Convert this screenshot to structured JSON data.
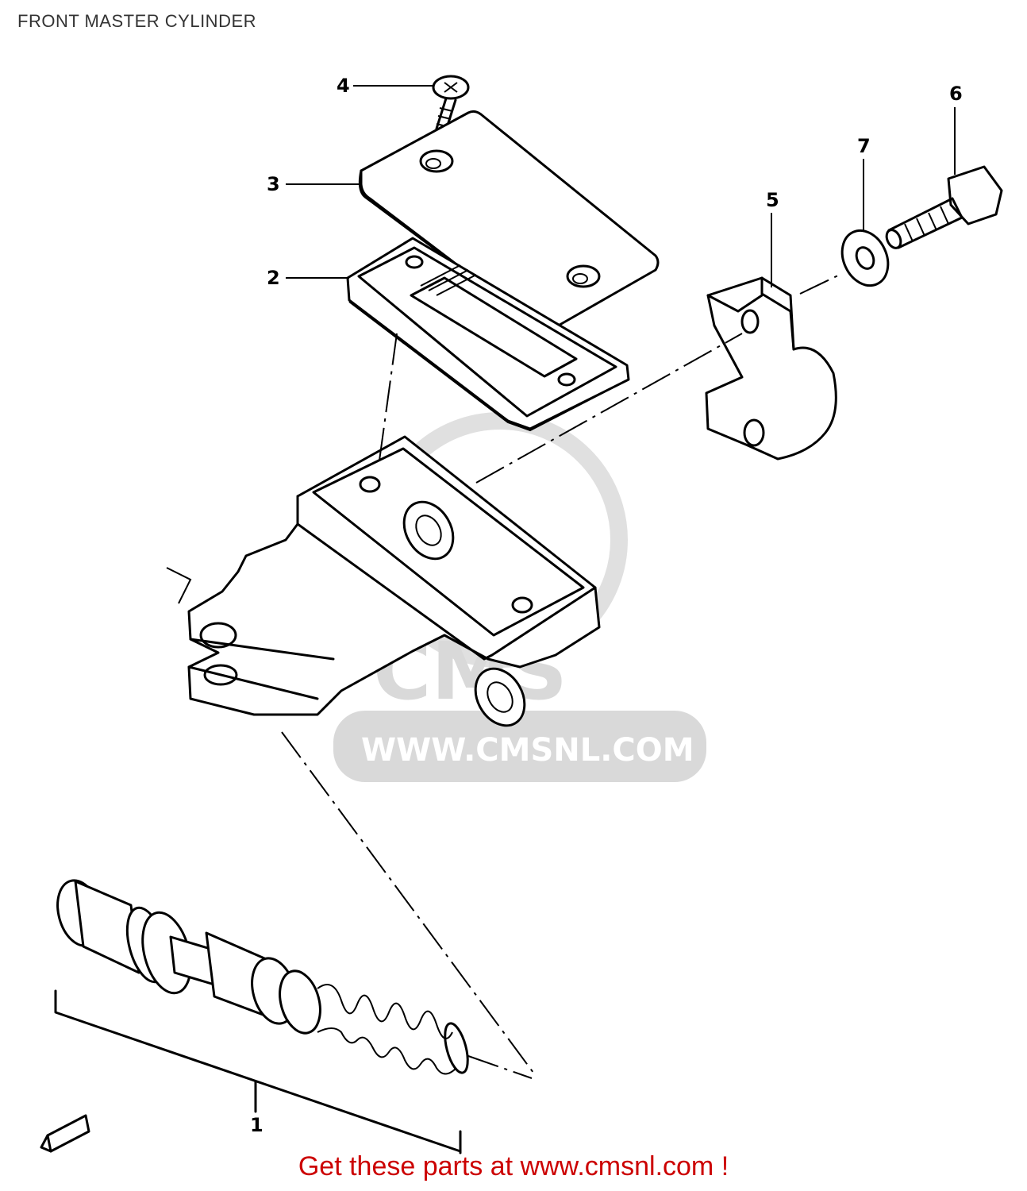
{
  "page": {
    "title": "FRONT MASTER CYLINDER",
    "footer_link": "Get these parts at www.cmsnl.com !"
  },
  "watermark": {
    "brand": "CMS",
    "url": "WWW.CMSNL.COM"
  },
  "callouts": [
    {
      "id": "1",
      "label": "1"
    },
    {
      "id": "2",
      "label": "2"
    },
    {
      "id": "3",
      "label": "3"
    },
    {
      "id": "4",
      "label": "4"
    },
    {
      "id": "5",
      "label": "5"
    },
    {
      "id": "6",
      "label": "6"
    },
    {
      "id": "7",
      "label": "7"
    }
  ],
  "colors": {
    "footer_link": "#cc0000",
    "line_art": "#000000",
    "watermark": "#d9d9d9"
  }
}
